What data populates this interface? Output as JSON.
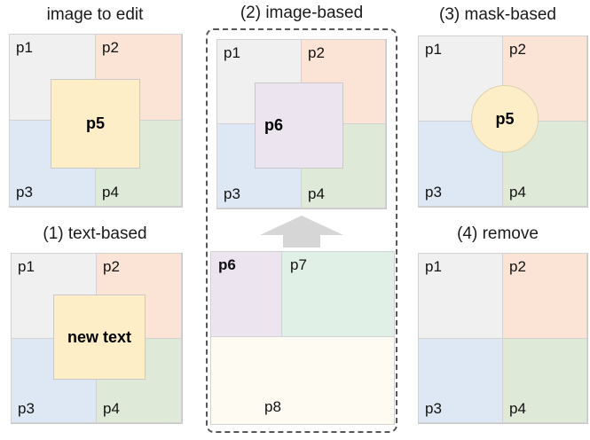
{
  "figure": {
    "type": "diagram",
    "description": "Four image-editing task variants arranged around a source image and a reference image gallery"
  },
  "panels": {
    "source": {
      "title": "image to edit",
      "quadrants": [
        {
          "label": "p1",
          "color": "#f0f0f0",
          "position": "top-left"
        },
        {
          "label": "p2",
          "color": "#fbe3d6",
          "position": "top-right"
        },
        {
          "label": "p3",
          "color": "#dee8f4",
          "position": "bottom-left"
        },
        {
          "label": "p4",
          "color": "#dfe9d8",
          "position": "bottom-right"
        }
      ],
      "overlay": {
        "label": "p5",
        "shape": "square",
        "color": "#fdeec8"
      }
    },
    "text_based": {
      "title": "(1) text-based",
      "quadrants": [
        {
          "label": "p1",
          "color": "#f0f0f0",
          "position": "top-left"
        },
        {
          "label": "p2",
          "color": "#fbe3d6",
          "position": "top-right"
        },
        {
          "label": "p3",
          "color": "#dee8f4",
          "position": "bottom-left"
        },
        {
          "label": "p4",
          "color": "#dfe9d8",
          "position": "bottom-right"
        }
      ],
      "overlay": {
        "label": "new text",
        "shape": "square",
        "color": "#fdeec8"
      }
    },
    "image_based": {
      "title": "(2) image-based",
      "quadrants": [
        {
          "label": "p1",
          "color": "#f0f0f0",
          "position": "top-left"
        },
        {
          "label": "p2",
          "color": "#fbe3d6",
          "position": "top-right"
        },
        {
          "label": "p3",
          "color": "#dee8f4",
          "position": "bottom-left"
        },
        {
          "label": "p4",
          "color": "#dfe9d8",
          "position": "bottom-right"
        }
      ],
      "overlay": {
        "label": "p6",
        "shape": "square",
        "color": "#ece5f0"
      }
    },
    "mask_based": {
      "title": "(3) mask-based",
      "quadrants": [
        {
          "label": "p1",
          "color": "#f0f0f0",
          "position": "top-left"
        },
        {
          "label": "p2",
          "color": "#fbe3d6",
          "position": "top-right"
        },
        {
          "label": "p3",
          "color": "#dee8f4",
          "position": "bottom-left"
        },
        {
          "label": "p4",
          "color": "#dfe9d8",
          "position": "bottom-right"
        }
      ],
      "overlay": {
        "label": "p5",
        "shape": "circle",
        "color": "#fdeec8"
      }
    },
    "remove": {
      "title": "(4) remove",
      "quadrants": [
        {
          "label": "p1",
          "color": "#f0f0f0",
          "position": "top-left"
        },
        {
          "label": "p2",
          "color": "#fbe3d6",
          "position": "top-right"
        },
        {
          "label": "p3",
          "color": "#dee8f4",
          "position": "bottom-left"
        },
        {
          "label": "p4",
          "color": "#dfe9d8",
          "position": "bottom-right"
        }
      ],
      "overlay": null
    },
    "reference_gallery": {
      "cells": [
        {
          "label": "p6",
          "color": "#ece5f0",
          "bold": true
        },
        {
          "label": "p7",
          "color": "#e1f0e6",
          "bold": false
        },
        {
          "label": "p8",
          "color": "#fdfbf2",
          "bold": false
        }
      ]
    }
  },
  "connector": {
    "arrow_direction": "up",
    "color": "#d6d6d6"
  },
  "group_box": {
    "style": "dashed",
    "color": "#58585a"
  }
}
